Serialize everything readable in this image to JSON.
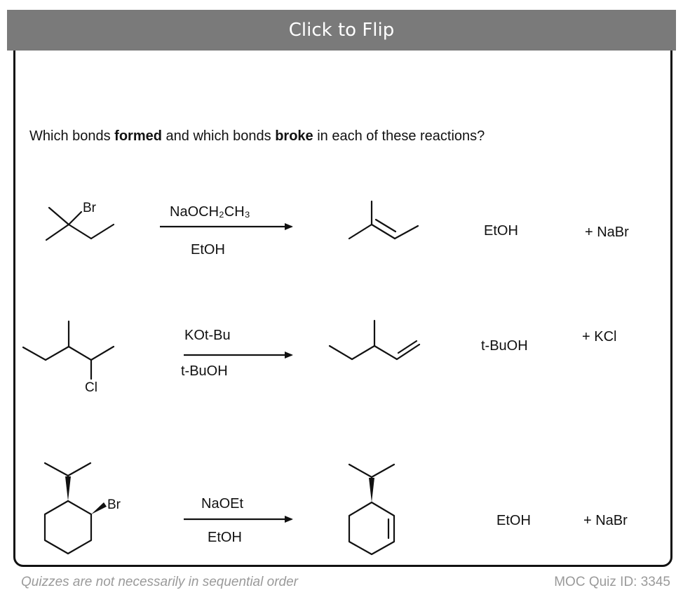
{
  "header": {
    "flip_label": "Click to Flip"
  },
  "question": {
    "prefix": "Which bonds ",
    "formed": "formed",
    "middle": " and which bonds ",
    "broke": "broke",
    "suffix": " in each of these reactions?"
  },
  "reactions": [
    {
      "substituent": "Br",
      "reagent": "NaOCH₂CH₃",
      "solvent": "EtOH",
      "byproduct_1": "EtOH",
      "byproduct_2": "+ NaBr"
    },
    {
      "substituent": "Cl",
      "reagent": "KOt-Bu",
      "solvent": "t-BuOH",
      "byproduct_1": "t-BuOH",
      "byproduct_2": "+ KCl"
    },
    {
      "substituent": "Br",
      "reagent": "NaOEt",
      "solvent": "EtOH",
      "byproduct_1": "EtOH",
      "byproduct_2": "+ NaBr"
    }
  ],
  "footer": {
    "note": "Quizzes are not necessarily in sequential order",
    "quiz_id": "MOC Quiz ID: 3345"
  }
}
